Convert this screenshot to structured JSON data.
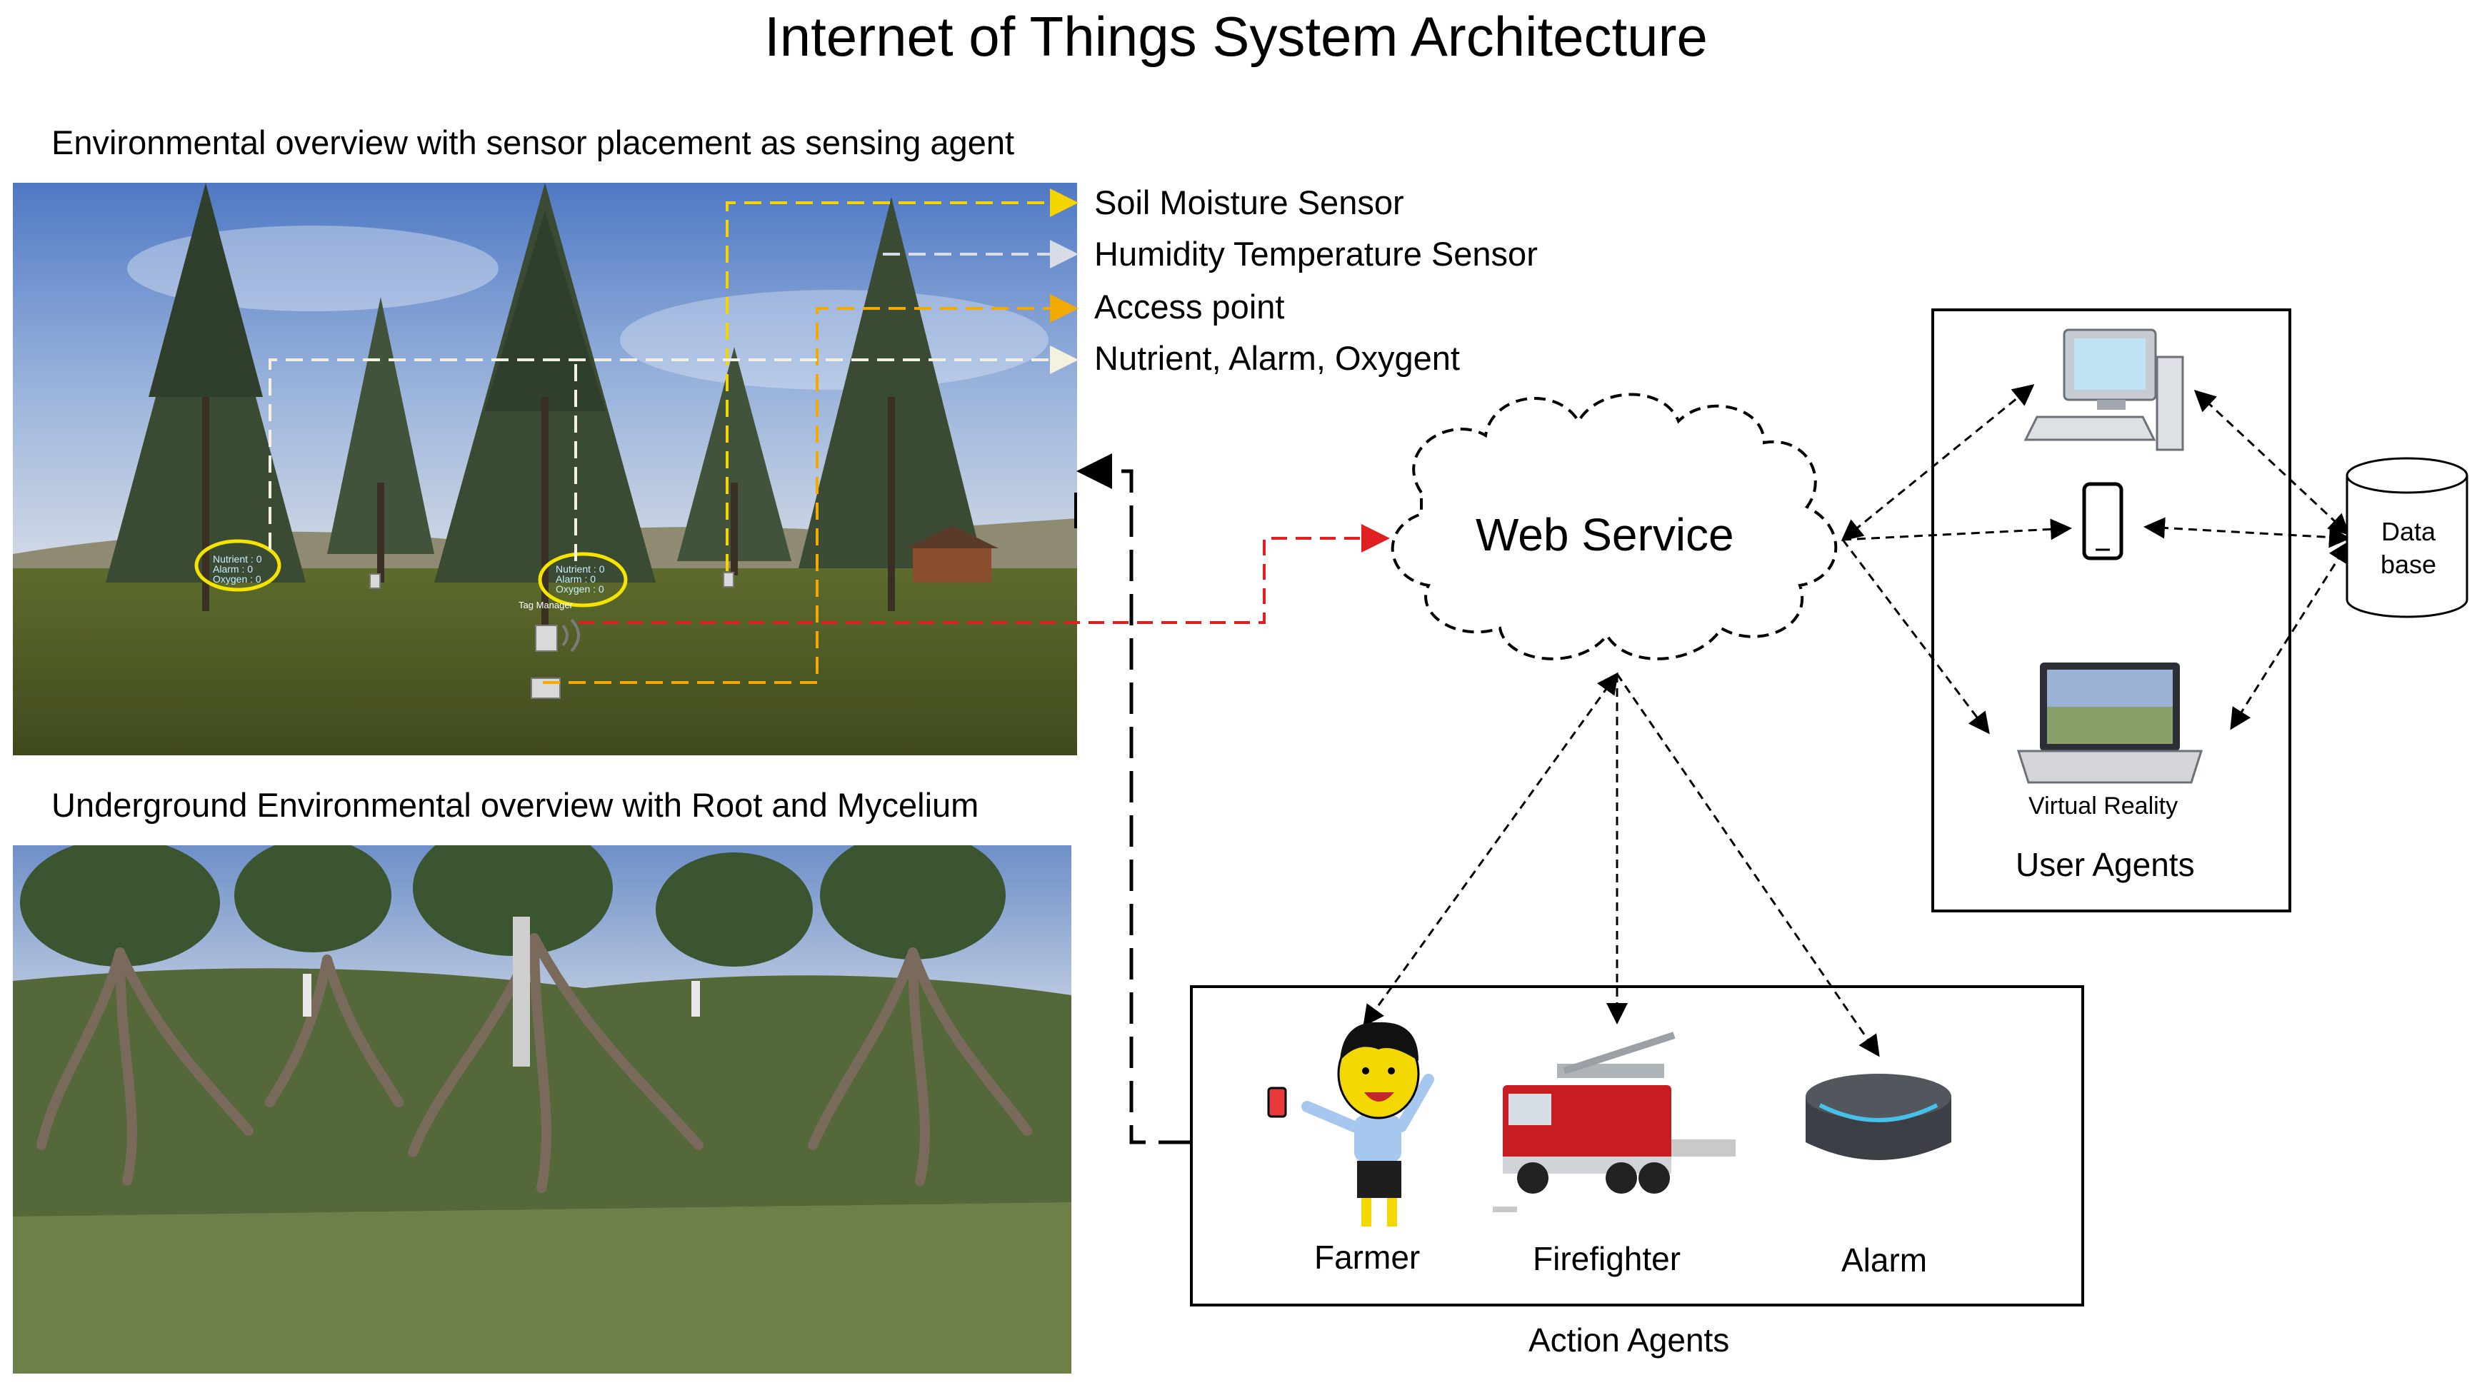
{
  "title": "Internet of Things System Architecture",
  "top_scene": {
    "caption": "Environmental overview with sensor placement as sensing agent",
    "sensor_readouts": [
      [
        "Nutrient : 0",
        "Alarm : 0",
        "Oxygen : 0"
      ],
      [
        "Nutrient : 0",
        "Alarm : 0",
        "Oxygen : 0"
      ]
    ],
    "tag_label": "Tag Manager"
  },
  "legend": [
    {
      "label": "Soil Moisture Sensor",
      "color": "#f5d400"
    },
    {
      "label": "Humidity Temperature Sensor",
      "color": "#d8dce6"
    },
    {
      "label": "Access point",
      "color": "#f2a900"
    },
    {
      "label": "Nutrient, Alarm, Oxygent",
      "color": "#f4f1e0"
    }
  ],
  "bottom_scene": {
    "caption": "Underground Environmental overview with Root and Mycelium"
  },
  "web_service": {
    "label": "Web Service"
  },
  "database": {
    "label_line1": "Data",
    "label_line2": "base"
  },
  "user_agents": {
    "title": "User Agents",
    "devices": [
      {
        "icon": "desktop-computer-icon"
      },
      {
        "icon": "smartphone-icon"
      },
      {
        "icon": "laptop-icon",
        "label": "Virtual Reality"
      }
    ]
  },
  "action_agents": {
    "title": "Action Agents",
    "agents": [
      {
        "icon": "farmer-icon",
        "label": "Farmer"
      },
      {
        "icon": "fire-truck-icon",
        "label": "Firefighter"
      },
      {
        "icon": "smart-speaker-icon",
        "label": "Alarm"
      }
    ]
  },
  "colors": {
    "data_link": "#e02020",
    "soil_moisture": "#f5d400",
    "access_point": "#f2a900"
  }
}
